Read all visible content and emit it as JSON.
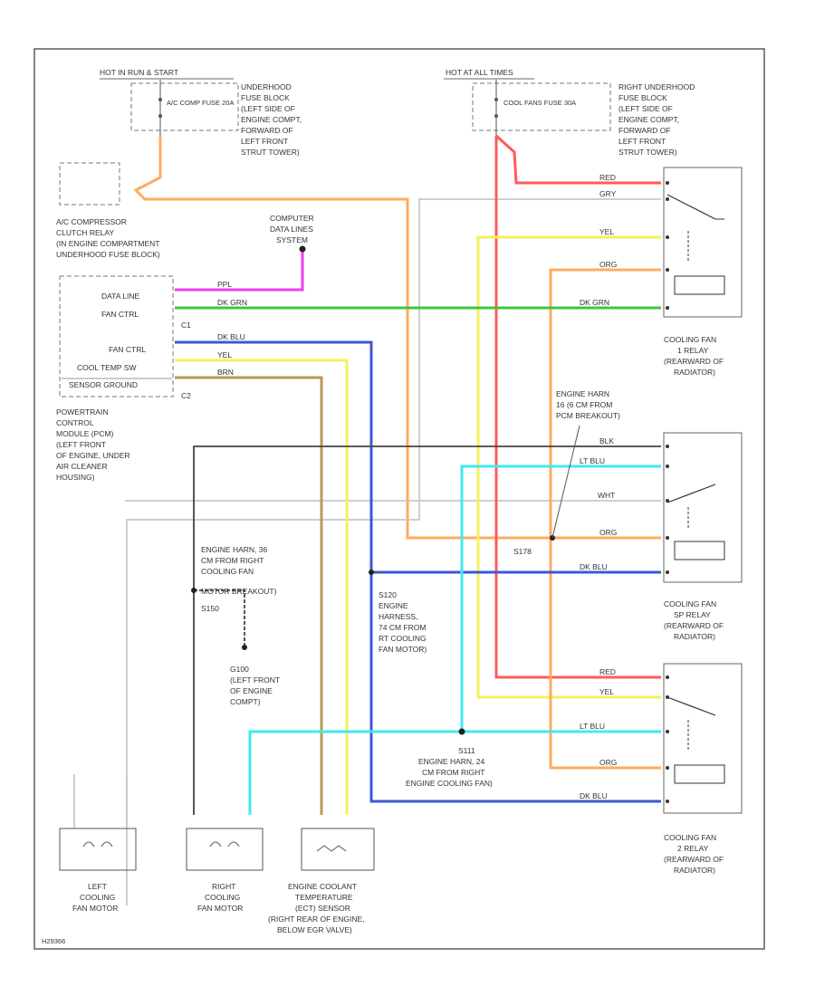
{
  "texts": {
    "hot_start": "HOT IN RUN & START",
    "ac_fuse": "A/C COMP FUSE 20A",
    "underhood_left": [
      "UNDERHOOD",
      "FUSE BLOCK",
      "(LEFT SIDE OF",
      "ENGINE COMPT,",
      "FORWARD OF",
      "LEFT FRONT",
      "STRUT TOWER)"
    ],
    "hot_all": "HOT AT ALL TIMES",
    "cool_fuse": "COOL FANS FUSE 30A",
    "underhood_right": [
      "RIGHT UNDERHOOD",
      "FUSE BLOCK",
      "(LEFT SIDE OF",
      "ENGINE COMPT,",
      "FORWARD OF",
      "LEFT FRONT",
      "STRUT TOWER)"
    ],
    "ac_relay": [
      "A/C COMPRESSOR",
      "CLUTCH RELAY",
      "(IN ENGINE COMPARTMENT",
      "UNDERHOOD FUSE BLOCK)"
    ],
    "computer_lines": [
      "COMPUTER",
      "DATA LINES",
      "SYSTEM"
    ],
    "pcm_rows": [
      "DATA LINE",
      "FAN CTRL",
      "FAN CTRL",
      "COOL TEMP SW",
      "SENSOR GROUND"
    ],
    "c1": "C1",
    "c2": "C2",
    "pcm": [
      "POWERTRAIN",
      "CONTROL",
      "MODULE (PCM)",
      "(LEFT FRONT",
      "OF ENGINE, UNDER",
      "AIR CLEANER",
      "HOUSING)"
    ],
    "relay1": [
      "COOLING FAN",
      "1 RELAY",
      "(REARWARD OF",
      "RADIATOR)"
    ],
    "relay_sp": [
      "COOLING FAN",
      "SP RELAY",
      "(REARWARD OF",
      "RADIATOR)"
    ],
    "relay2": [
      "COOLING FAN",
      "2 RELAY",
      "(REARWARD OF",
      "RADIATOR)"
    ],
    "harn_top": [
      "ENGINE HARN",
      "16 (6 CM FROM",
      "PCM BREAKOUT)"
    ],
    "harn_s1": [
      "ENGINE HARN, 36",
      "CM FROM RIGHT",
      "COOLING FAN",
      "MOTOR BREAKOUT)"
    ],
    "s150": "S150",
    "s_mid": [
      "S120",
      "ENGINE",
      "HARNESS,",
      "74 CM FROM",
      "RT COOLING",
      "FAN MOTOR)"
    ],
    "s178": "S178",
    "ground": [
      "G100",
      "(LEFT FRONT",
      "OF ENGINE",
      "COMPT)"
    ],
    "s111": [
      "S111",
      "ENGINE HARN, 24",
      "CM FROM RIGHT",
      "ENGINE COOLING FAN)"
    ],
    "left_fan": [
      "LEFT",
      "COOLING",
      "FAN MOTOR"
    ],
    "right_fan": [
      "RIGHT",
      "COOLING",
      "FAN MOTOR"
    ],
    "ect": [
      "ENGINE COOLANT",
      "TEMPERATURE",
      "(ECT) SENSOR",
      "(RIGHT REAR OF ENGINE,",
      "BELOW EGR VALVE)"
    ],
    "footer": "H29366"
  },
  "wires": {
    "red": "RED",
    "gry": "GRY",
    "yel": "YEL",
    "org": "ORG",
    "ppl": "PPL",
    "dkgrn": "DK GRN",
    "dkblu": "DK BLU",
    "ltblu": "LT BLU",
    "brn": "BRN",
    "blk": "BLK",
    "wht": "WHT"
  },
  "colors": {
    "red": "#ff5a5a",
    "orange": "#ffab5e",
    "yellow": "#f6f05a",
    "green": "#3fc43f",
    "blue": "#3d57d6",
    "cyan": "#43e8f3",
    "purple": "#f03cf0",
    "tan": "#b89a5a",
    "black": "#444444",
    "gray": "#c8c8c8",
    "line": "#555555"
  }
}
